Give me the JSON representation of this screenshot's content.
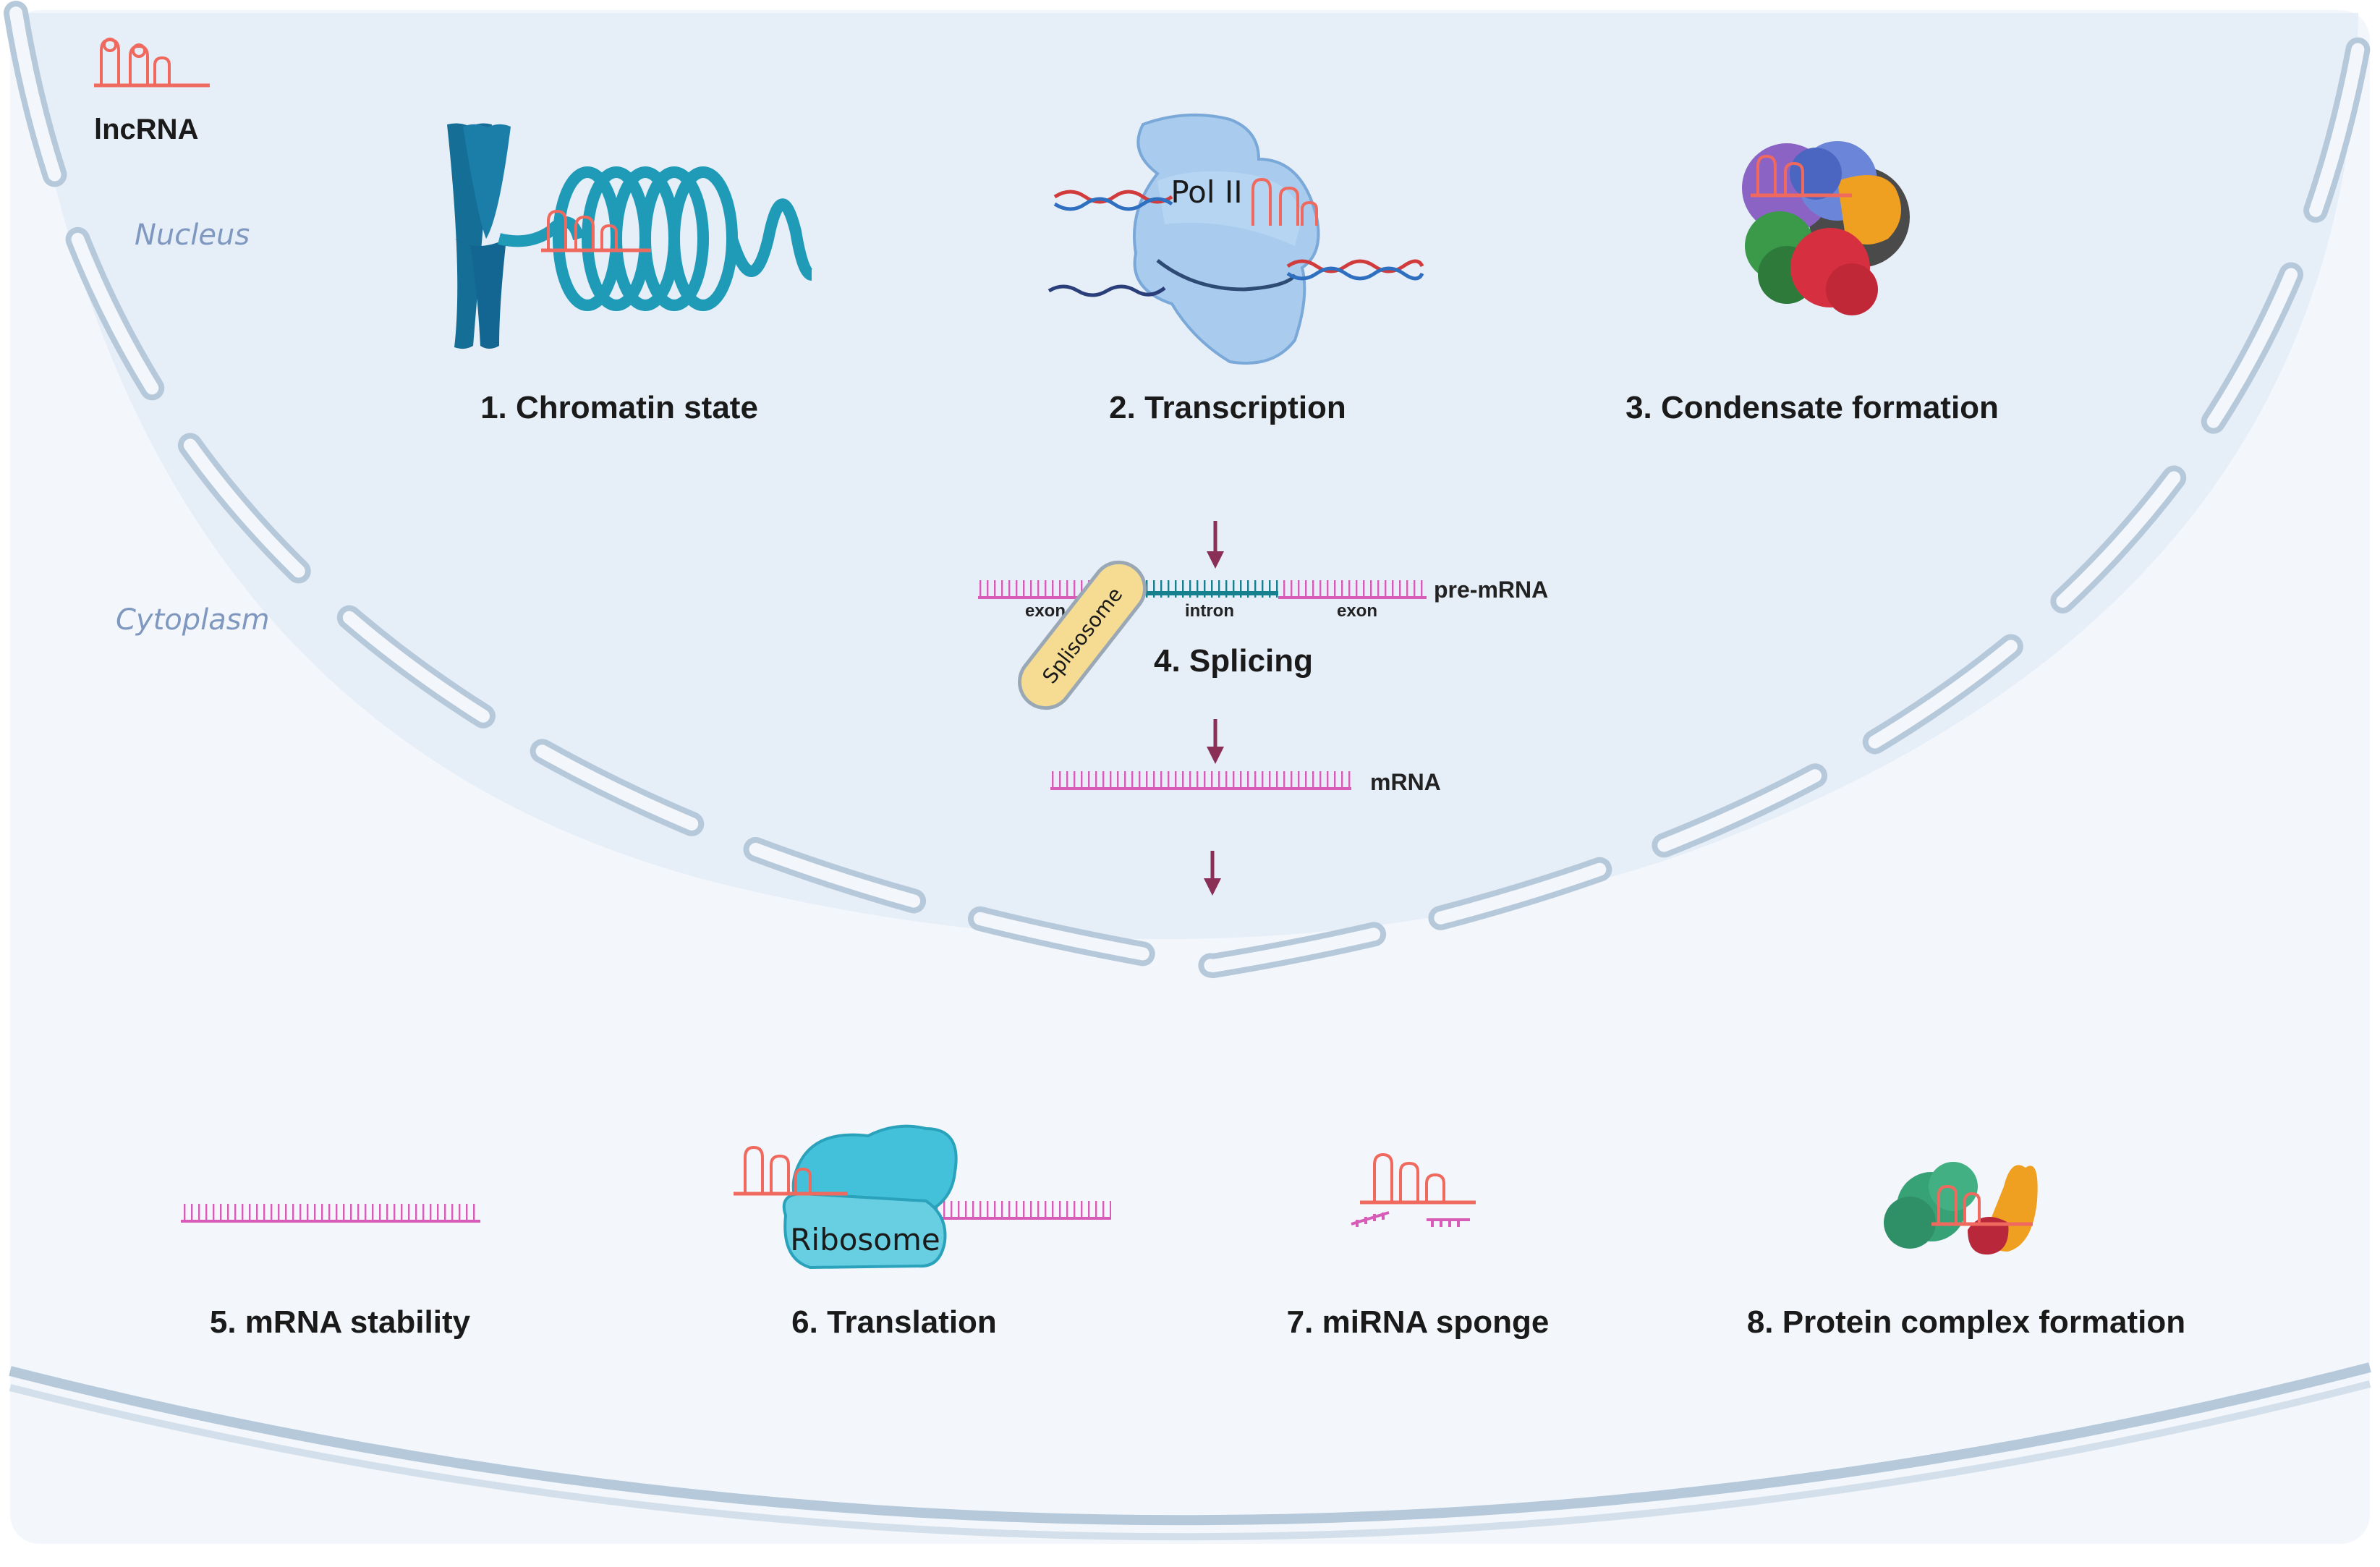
{
  "legend": {
    "lncrna_label": "lncRNA"
  },
  "compartments": {
    "nucleus": "Nucleus",
    "cytoplasm": "Cytoplasm"
  },
  "steps": {
    "chromatin": "1. Chromatin state",
    "transcription": "2. Transcription",
    "condensate": "3. Condensate formation",
    "splicing": "4. Splicing",
    "mrna_stability": "5. mRNA stability",
    "translation": "6. Translation",
    "mirna_sponge": "7. miRNA sponge",
    "protein_complex": "8. Protein complex formation"
  },
  "labels": {
    "pol2": "Pol II",
    "pre_mrna": "pre-mRNA",
    "mrna": "mRNA",
    "exon_left": "exon",
    "intron": "intron",
    "exon_right": "exon",
    "spliceosome": "Splisosome",
    "ribosome": "Ribosome"
  },
  "colors": {
    "nucleus_fill": "#e6eef8",
    "cytoplasm_fill": "#f3f7fc",
    "membrane": "#b9ccdd",
    "lncrna": "#f0695e",
    "mrna": "#d65cb8",
    "chromatin": "#1f8fb0",
    "chromosome": "#156e96",
    "polymerase": "#9cc4ec",
    "arrow": "#8a2f55",
    "ribosome": "#44c1da",
    "spliceosome": "#f6dc93"
  }
}
